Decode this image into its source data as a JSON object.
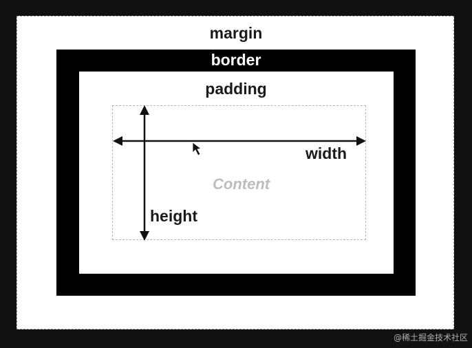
{
  "labels": {
    "margin": "margin",
    "border": "border",
    "padding": "padding",
    "content": "Content",
    "width": "width",
    "height": "height"
  },
  "watermark": "@稀土掘金技术社区",
  "colors": {
    "background": "#111111",
    "margin_fill": "#ffffff",
    "border_fill": "#000000",
    "padding_fill": "#ffffff",
    "content_outline": "#b5b5b5",
    "content_text": "#bdbdbd"
  },
  "icons": [
    "mouse-pointer-icon",
    "arrow-icon"
  ]
}
